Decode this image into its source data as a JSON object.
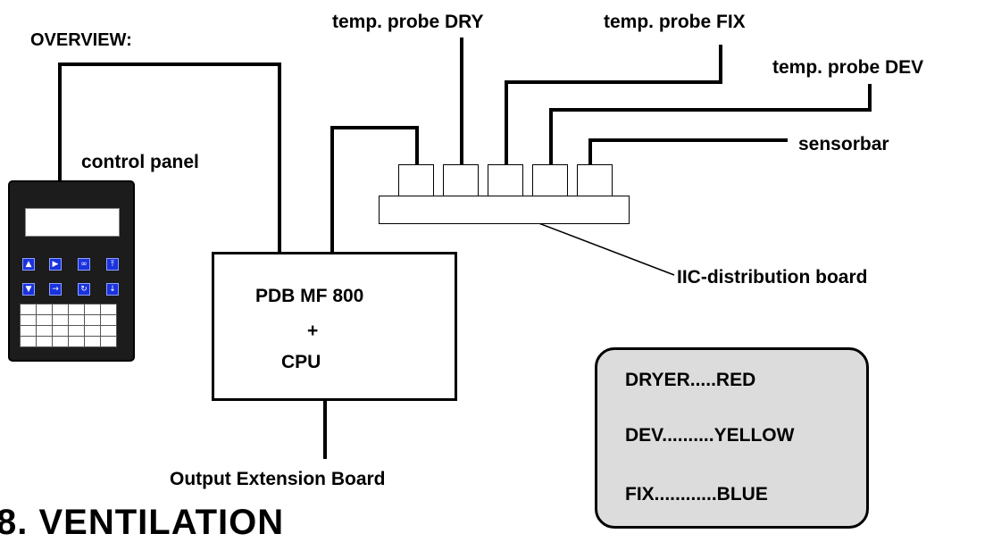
{
  "title": "OVERVIEW:",
  "probes": {
    "dry": "temp. probe DRY",
    "fix": "temp. probe FIX",
    "dev": "temp. probe DEV",
    "sensorbar": "sensorbar"
  },
  "control_panel": {
    "label": "control panel",
    "keys_row1": [
      "up-icon",
      "play-icon",
      "link-icon",
      "top-icon"
    ],
    "keys_row2": [
      "down-icon",
      "right-icon",
      "loop-icon",
      "down-arrow-icon"
    ]
  },
  "cpu_box": {
    "line1": "PDB MF 800",
    "line2": "+",
    "line3": "CPU"
  },
  "distribution_board": "IIC-distribution board",
  "output_board": "Output Extension Board",
  "legend": {
    "items": [
      "DRYER.....RED",
      "DEV..........YELLOW",
      "FIX............BLUE"
    ]
  },
  "section_heading": "8. VENTILATION"
}
